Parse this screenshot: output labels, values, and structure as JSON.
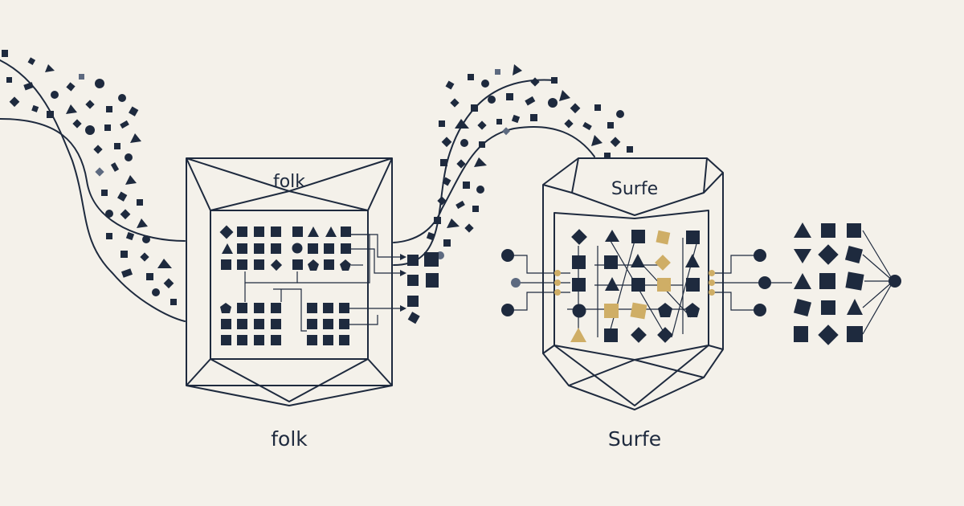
{
  "colors": {
    "background": "#f4f1ea",
    "ink": "#1e2a3e",
    "accent_gold": "#cfae66",
    "particle_gray": "#5d6a80"
  },
  "labels": {
    "box1_inner": "folk",
    "box1_caption": "folk",
    "box2_inner": "Surfe",
    "box2_caption": "Surfe"
  },
  "icons": {
    "particle_stream": "scattered-shapes",
    "input_grid": "shape-grid",
    "output_grid": "shape-grid",
    "node": "circle-node"
  }
}
